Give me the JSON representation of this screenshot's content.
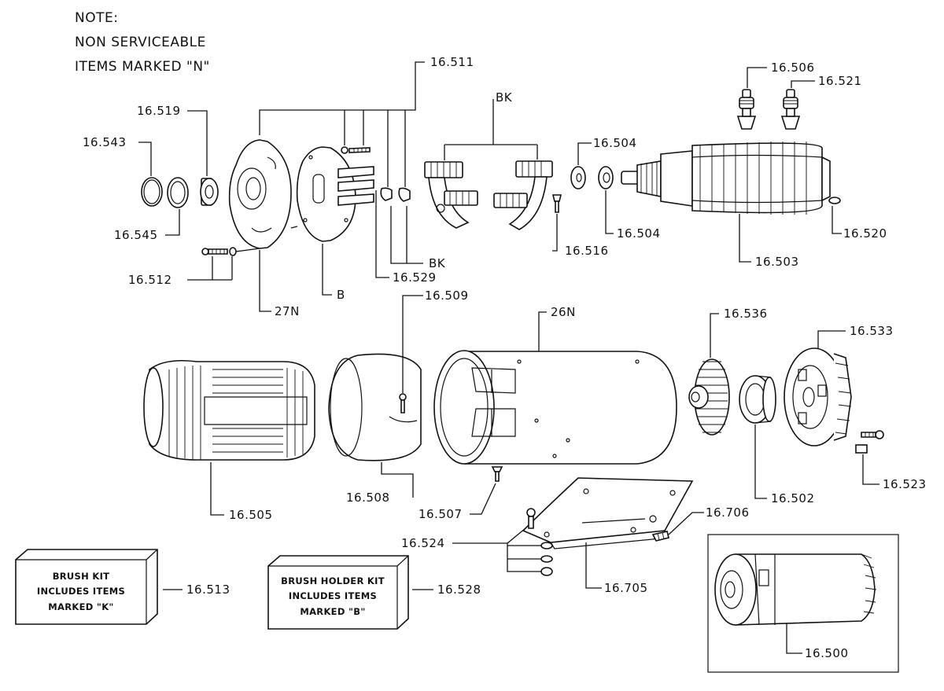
{
  "note": {
    "line1": "NOTE:",
    "line2": "NON SERVICEABLE",
    "line3": "ITEMS MARKED \"N\""
  },
  "labels": {
    "p16_511": "16.511",
    "p16_506": "16.506",
    "p16_521": "16.521",
    "p16_519": "16.519",
    "p16_543": "16.543",
    "bk_top": "BK",
    "p16_504_a": "16.504",
    "p16_504_b": "16.504",
    "p16_545": "16.545",
    "p16_520": "16.520",
    "p16_516": "16.516",
    "bk_bottom": "BK",
    "p16_503": "16.503",
    "p16_512": "16.512",
    "p16_529": "16.529",
    "b": "B",
    "n27": "27N",
    "p16_509": "16.509",
    "n26": "26N",
    "p16_536": "16.536",
    "p16_533": "16.533",
    "p16_523": "16.523",
    "p16_502": "16.502",
    "p16_505": "16.505",
    "p16_508": "16.508",
    "p16_507": "16.507",
    "p16_706": "16.706",
    "p16_524": "16.524",
    "p16_513": "16.513",
    "p16_528": "16.528",
    "p16_705": "16.705",
    "p16_500": "16.500"
  },
  "kits": {
    "brush_kit": {
      "line1": "BRUSH KIT",
      "line2": "INCLUDES ITEMS",
      "line3": "MARKED \"K\""
    },
    "brush_holder_kit": {
      "line1": "BRUSH HOLDER KIT",
      "line2": "INCLUDES ITEMS",
      "line3": "MARKED \"B\""
    }
  }
}
